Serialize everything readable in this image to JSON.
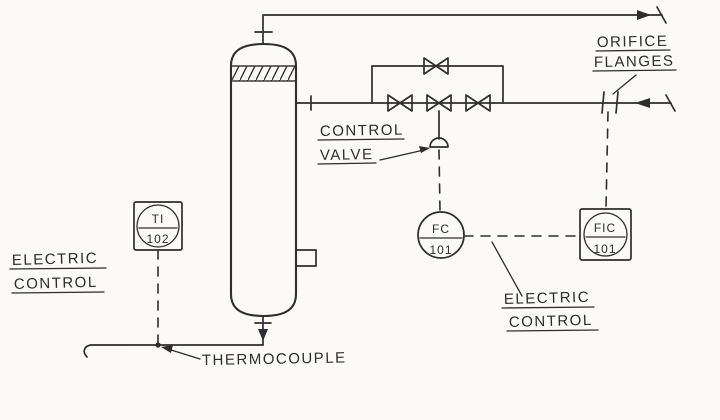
{
  "diagram": {
    "colors": {
      "ink": "#2e2e2e",
      "paper": "#fbfaf6"
    },
    "labels": {
      "orifice_flanges": {
        "line1": "ORIFICE",
        "line2": "FLANGES"
      },
      "control_valve": {
        "line1": "CONTROL",
        "line2": "VALVE"
      },
      "electric_control_left": {
        "line1": "ELECTRIC",
        "line2": "CONTROL"
      },
      "electric_control_right": {
        "line1": "ELECTRIC",
        "line2": "CONTROL"
      },
      "thermocouple": "THERMOCOUPLE"
    },
    "instruments": {
      "ti": {
        "tag": "TI",
        "number": "102"
      },
      "fc": {
        "tag": "FC",
        "number": "101"
      },
      "fic": {
        "tag": "FIC",
        "number": "101"
      }
    }
  }
}
